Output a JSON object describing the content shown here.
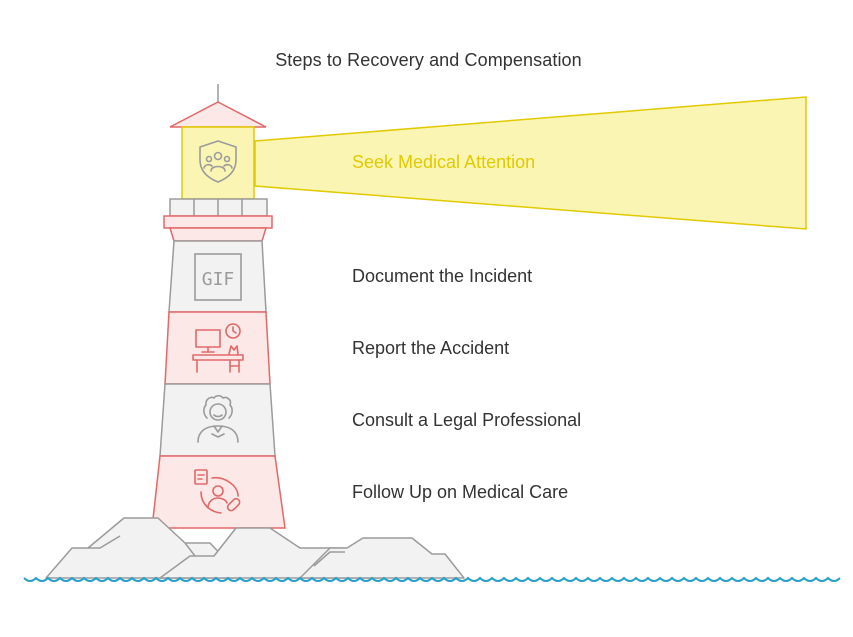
{
  "diagram": {
    "title": "Steps to Recovery and Compensation",
    "steps": [
      {
        "label": "Seek Medical Attention",
        "icon": "shield-people-icon",
        "highlight": true
      },
      {
        "label": "Document the Incident",
        "icon": "gif-file-icon"
      },
      {
        "label": "Report the Accident",
        "icon": "office-desk-clock-icon"
      },
      {
        "label": "Consult a Legal Professional",
        "icon": "lawyer-person-icon"
      },
      {
        "label": "Follow Up on Medical Care",
        "icon": "patient-care-icon"
      }
    ]
  },
  "colors": {
    "beam_fill": "#fbf5b4",
    "beam_stroke": "#e2c900",
    "red_stroke": "#e26868",
    "red_fill": "#fde8e8",
    "gray_stroke": "#9b9b9b",
    "gray_fill": "#f2f2f2",
    "water": "#2a9fc9",
    "text": "#333333"
  }
}
